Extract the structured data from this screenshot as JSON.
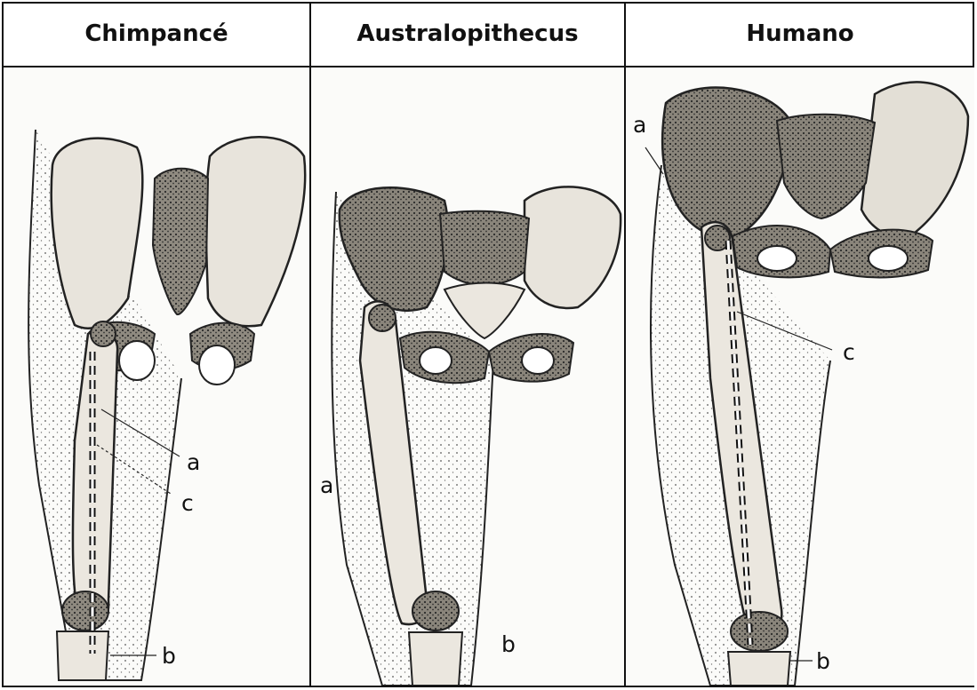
{
  "columns": [
    {
      "id": "chimp",
      "title": "Chimpancé",
      "labels": {
        "a": "a",
        "b": "b",
        "c": "c"
      }
    },
    {
      "id": "australo",
      "title": "Australopithecus",
      "labels": {
        "a": "a",
        "b": "b"
      }
    },
    {
      "id": "human",
      "title": "Humano",
      "labels": {
        "a": "a",
        "b": "b",
        "c": "c"
      }
    }
  ],
  "colors": {
    "ink": "#1a1a1a",
    "bone": "#e6e2da",
    "shade": "#7a756c",
    "paper": "#fbfbf9"
  }
}
